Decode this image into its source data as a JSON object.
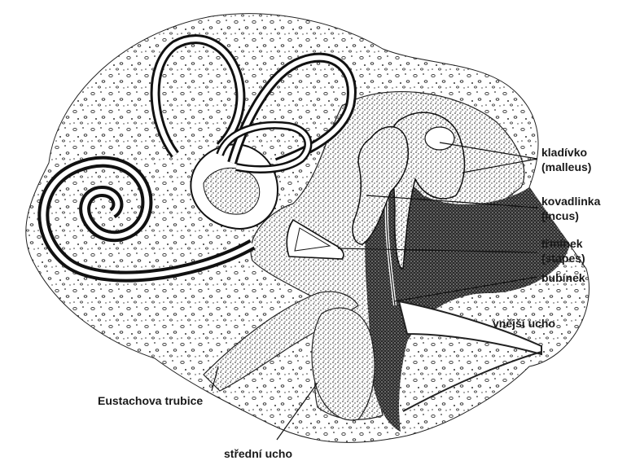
{
  "labels": {
    "malleus_cz": "kladívko",
    "malleus_la": "(malleus)",
    "incus_cz": "kovadlinka",
    "incus_la": "(incus)",
    "stapes_cz": "třmínek",
    "stapes_la": "(stapes)",
    "eardrum": "bubínek",
    "outer_ear": "vnější ucho",
    "eustachian_tube": "Eustachova trubice",
    "middle_ear": "střední ucho"
  },
  "colors": {
    "ink": "#1a1a1a",
    "paper": "#ffffff",
    "shade": "#3a3a3a"
  }
}
